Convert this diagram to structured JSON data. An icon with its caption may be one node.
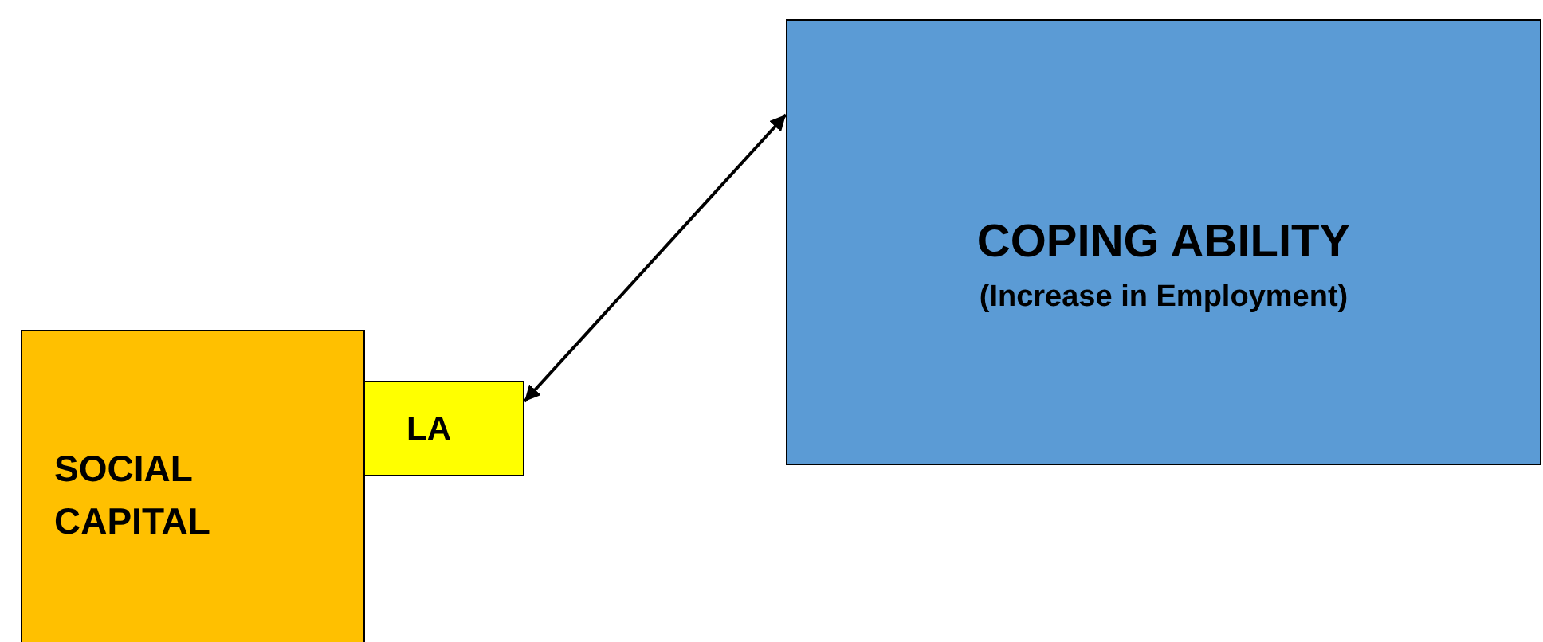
{
  "diagram": {
    "nodes": [
      {
        "text": [
          "SOCIAL CAPITAL"
        ]
      },
      {
        "text": [
          "LA"
        ]
      },
      {
        "text": [
          "COPING ABILITY",
          "(Increase in Employment)"
        ]
      }
    ],
    "edges": [
      {
        "from": 1,
        "to": 2,
        "arrow": "both"
      }
    ]
  }
}
